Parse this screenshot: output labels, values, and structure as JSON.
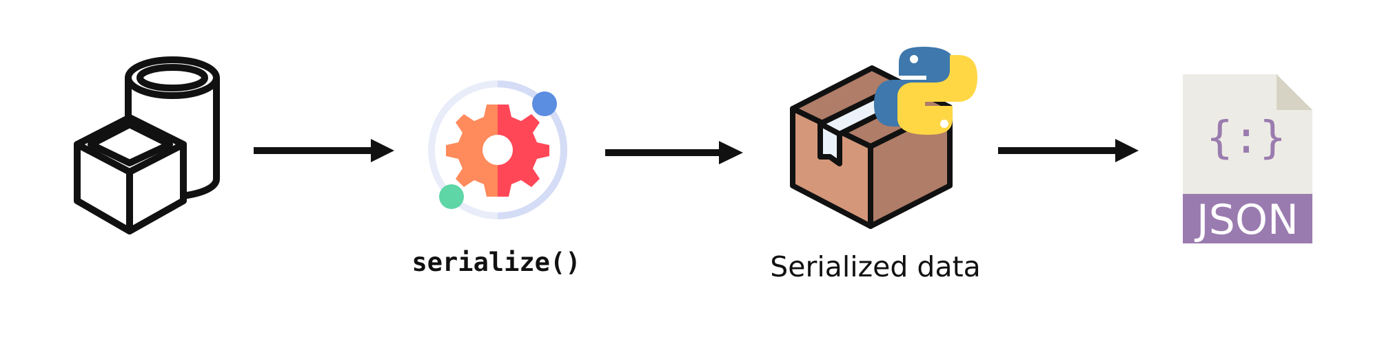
{
  "diagram": {
    "steps": [
      {
        "icon": "objects-and-database-icon",
        "label": ""
      },
      {
        "icon": "gear-icon",
        "label": "serialize()"
      },
      {
        "icon": "python-package-box-icon",
        "label": "Serialized data"
      },
      {
        "icon": "json-file-icon",
        "label": ""
      }
    ],
    "json_file_text": "JSON",
    "json_file_glyph": "{:}",
    "colors": {
      "stroke": "#111111",
      "gear_orange": "#FF8A5B",
      "gear_red": "#FF4757",
      "ring_light": "#E4EAF9",
      "dot_blue": "#5B8DE1",
      "dot_green": "#5ED6A6",
      "box_light": "#D4977A",
      "box_dark": "#B07D68",
      "tape": "#ECF2F9",
      "python_blue": "#3E78AC",
      "python_yellow": "#FFD745",
      "json_paper": "#EDEBE5",
      "json_fold": "#D7D3C4",
      "json_band": "#9A7BAF"
    }
  }
}
